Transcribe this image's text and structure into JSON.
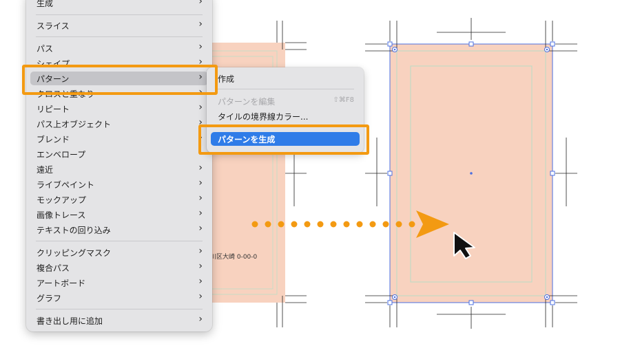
{
  "menu": {
    "items": [
      {
        "label": "生成",
        "arrow": "›"
      },
      {
        "label": "スライス",
        "arrow": "›"
      },
      {
        "label": "パス",
        "arrow": "›"
      },
      {
        "label": "シェイプ",
        "arrow": "›"
      },
      {
        "label": "パターン",
        "arrow": "›"
      },
      {
        "label": "クロスと重なり",
        "arrow": "›"
      },
      {
        "label": "リピート",
        "arrow": "›"
      },
      {
        "label": "パス上オブジェクト",
        "arrow": "›"
      },
      {
        "label": "ブレンド",
        "arrow": "›"
      },
      {
        "label": "エンベロープ",
        "arrow": "›"
      },
      {
        "label": "遠近",
        "arrow": "›"
      },
      {
        "label": "ライブペイント",
        "arrow": "›"
      },
      {
        "label": "モックアップ",
        "arrow": "›"
      },
      {
        "label": "画像トレース",
        "arrow": "›"
      },
      {
        "label": "テキストの回り込み",
        "arrow": "›"
      },
      {
        "label": "クリッピングマスク",
        "arrow": "›"
      },
      {
        "label": "複合パス",
        "arrow": "›"
      },
      {
        "label": "アートボード",
        "arrow": "›"
      },
      {
        "label": "グラフ",
        "arrow": "›"
      },
      {
        "label": "書き出し用に追加",
        "arrow": "›"
      }
    ]
  },
  "submenu": {
    "items": [
      {
        "label": "作成"
      },
      {
        "label": "パターンを編集",
        "shortcut": "⇧⌘F8"
      },
      {
        "label": "タイルの境界線カラー..."
      },
      {
        "label": "パターンを生成"
      }
    ]
  },
  "artwork": {
    "address_text": "川区大崎 0-00-0"
  },
  "colors": {
    "accent_orange": "#f39a12",
    "selection_blue": "#2f7ce8",
    "peach_fill": "#f8d2bf"
  }
}
